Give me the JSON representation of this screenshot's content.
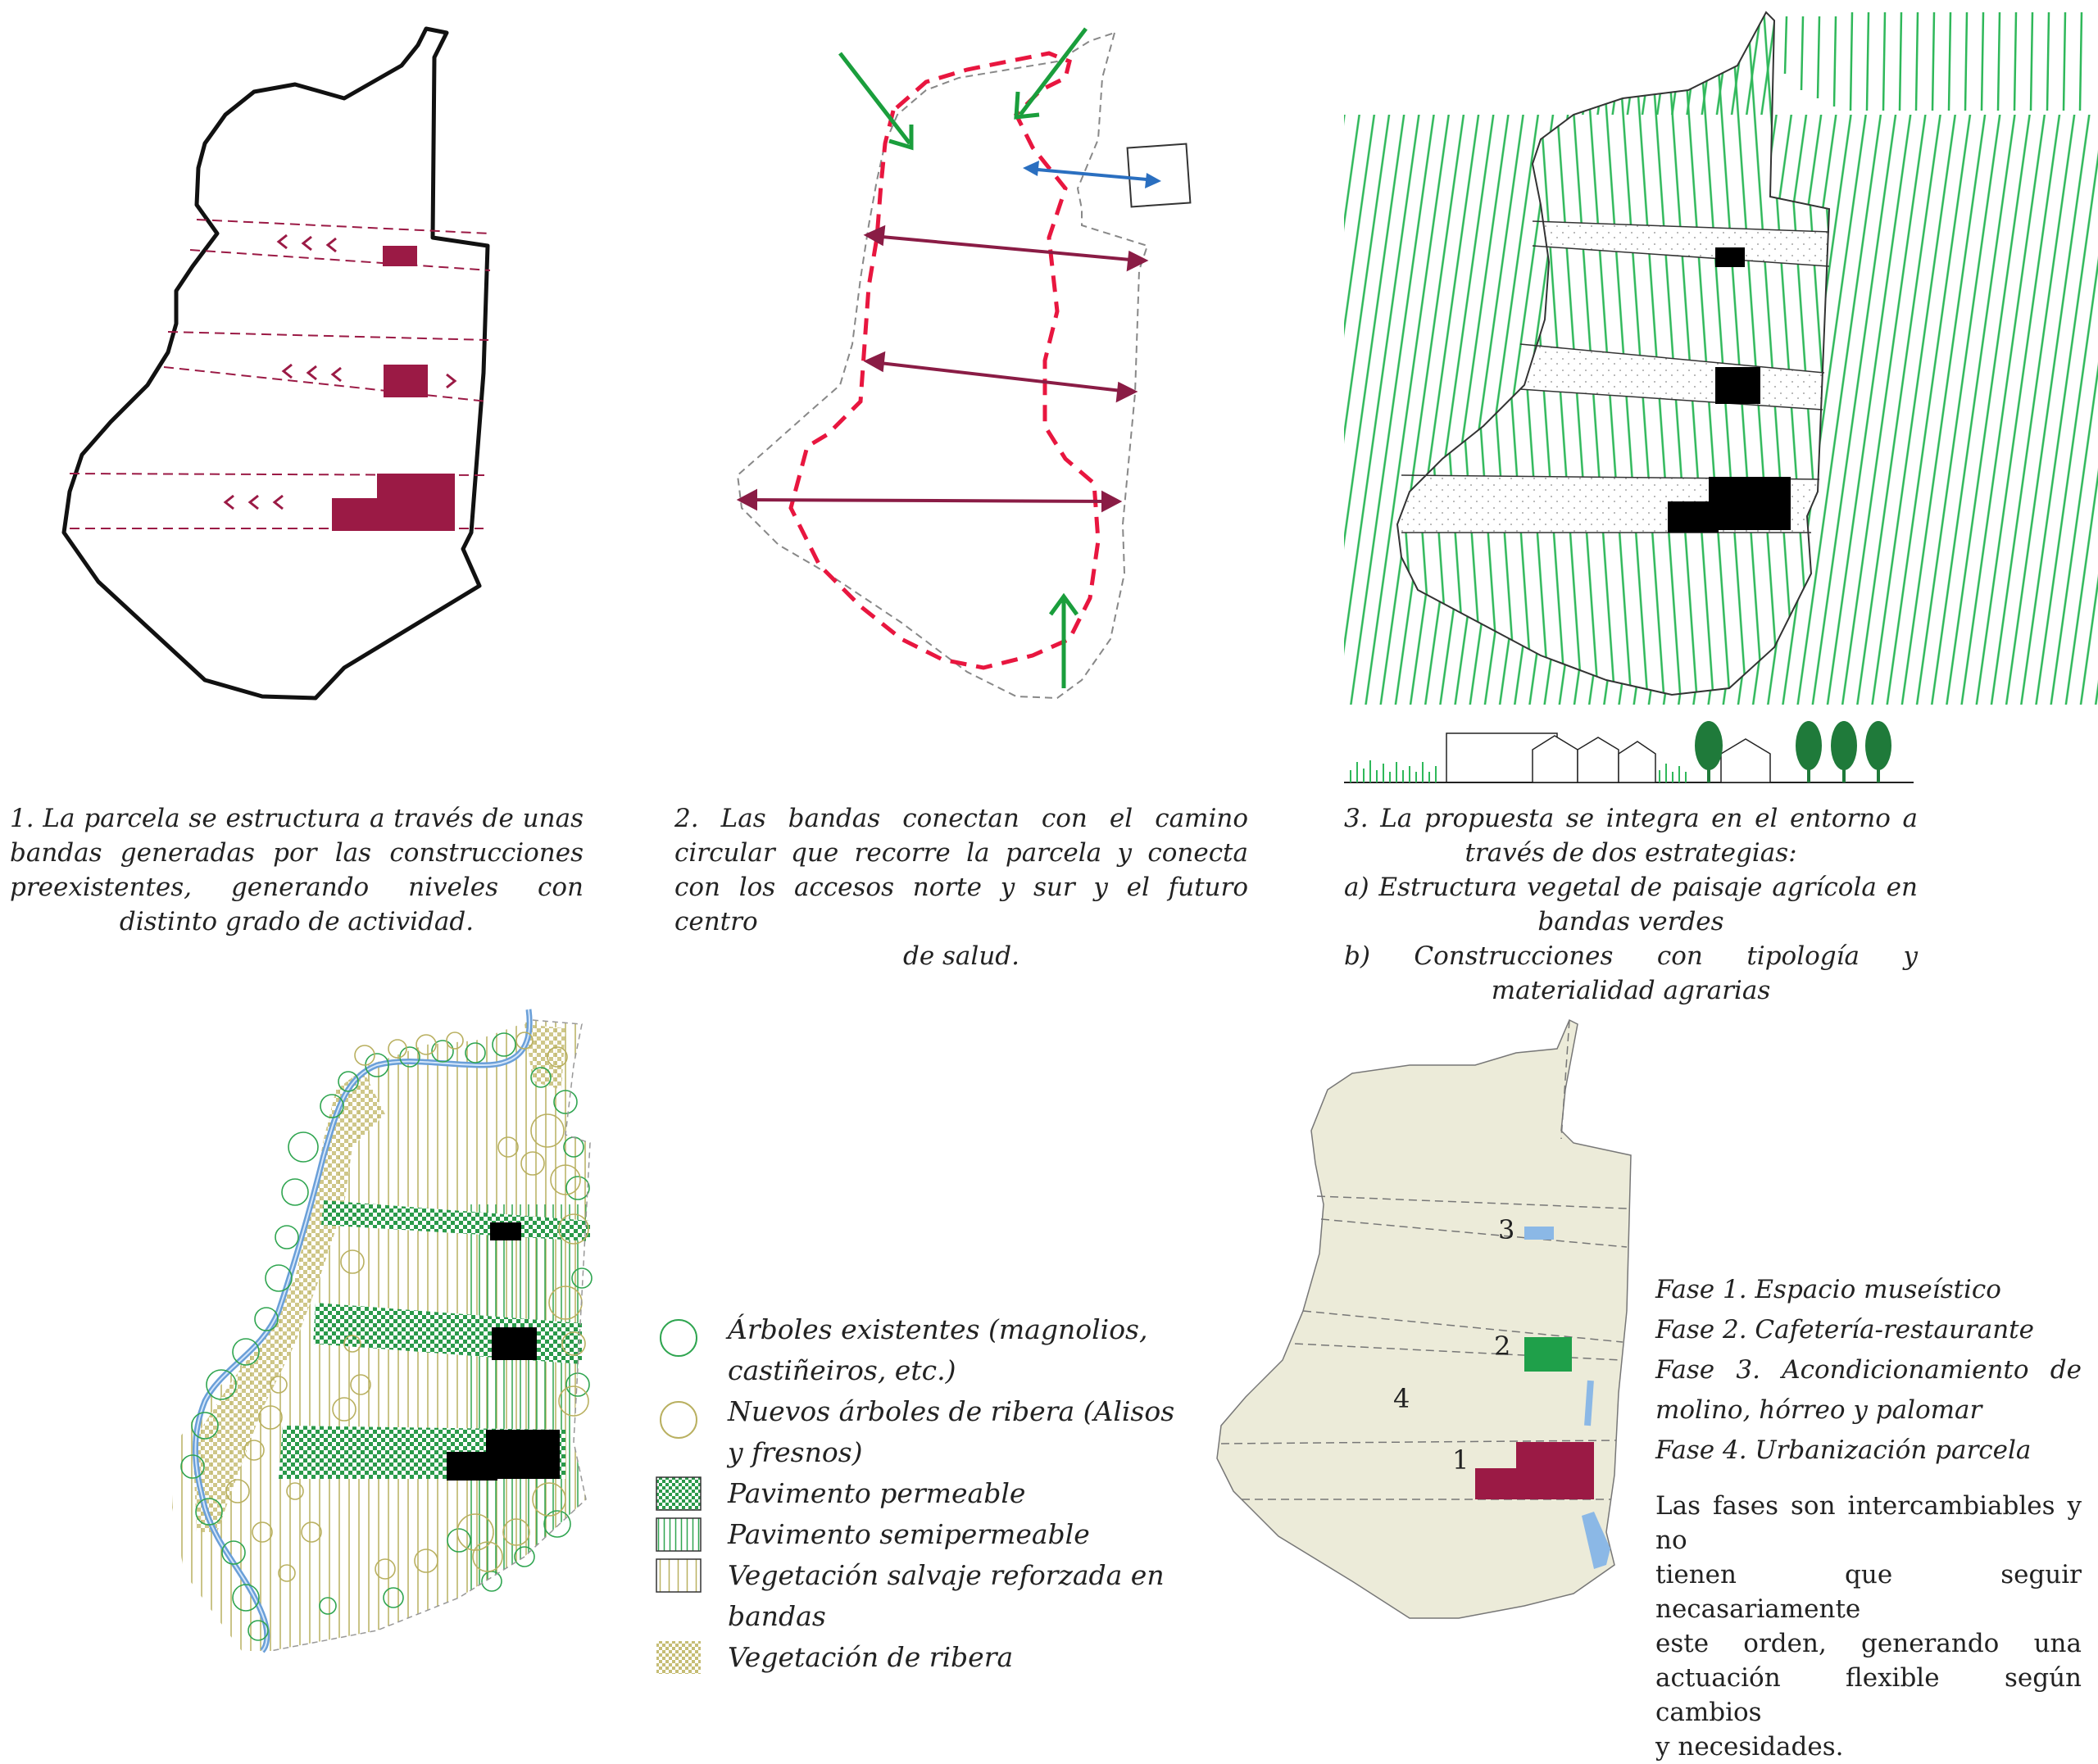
{
  "captions": {
    "c1": [
      "1. La parcela se estructura a través de unas",
      "bandas generadas por las construcciones",
      "preexistentes, generando niveles con",
      "distinto grado de actividad."
    ],
    "c2": [
      "2. Las bandas conectan con el camino",
      "circular que recorre la parcela y conecta",
      "con los accesos norte y sur y el futuro centro",
      "de salud."
    ],
    "c3": [
      "3. La propuesta se integra en el entorno a",
      "través de dos estrategias:",
      "a) Estructura vegetal de paisaje agrícola en",
      "bandas verdes",
      "b) Construcciones con tipología y",
      "materialidad agrarias"
    ]
  },
  "legend": [
    {
      "icon": "circle-green-icon",
      "lines": [
        "Árboles existentes (magnolios,",
        "castiñeiros, etc.)"
      ]
    },
    {
      "icon": "circle-olive-icon",
      "lines": [
        "Nuevos árboles de ribera (Alisos",
        "y fresnos)"
      ]
    },
    {
      "icon": "permeable-pavement-swatch",
      "lines": [
        "Pavimento permeable"
      ]
    },
    {
      "icon": "semipermeable-pavement-swatch",
      "lines": [
        "Pavimento semipermeable"
      ]
    },
    {
      "icon": "wild-vegetation-swatch",
      "lines": [
        "Vegetación salvaje reforzada en",
        "bandas"
      ]
    },
    {
      "icon": "riverside-vegetation-swatch",
      "lines": [
        "Vegetación de ribera"
      ]
    }
  ],
  "phases": [
    "Fase 1. Espacio museístico",
    "Fase 2. Cafetería-restaurante",
    "Fase 3. Acondicionamiento de",
    "molino, hórreo y palomar",
    "Fase 4. Urbanización parcela"
  ],
  "phase_note": [
    "Las fases son intercambiables y no",
    "tienen que seguir necasariamente",
    "este orden, generando una",
    "actuación flexible según cambios",
    "y necesidades."
  ],
  "phase_map_labels": [
    "1",
    "2",
    "3",
    "4"
  ],
  "colors": {
    "maroon": "#9b1a45",
    "red_path": "#e8163f",
    "green_arrow": "#1a9e3c",
    "blue_arrow": "#2a6fc0",
    "crop_green": "#2fb85a",
    "tree_green": "#1f7a3a",
    "phase_bg": "#ecebd9",
    "phase_green": "#1fa04a",
    "phase_blue": "#8bb8e6",
    "river_blue": "#8bbbe8",
    "olive": "#b9b060"
  }
}
